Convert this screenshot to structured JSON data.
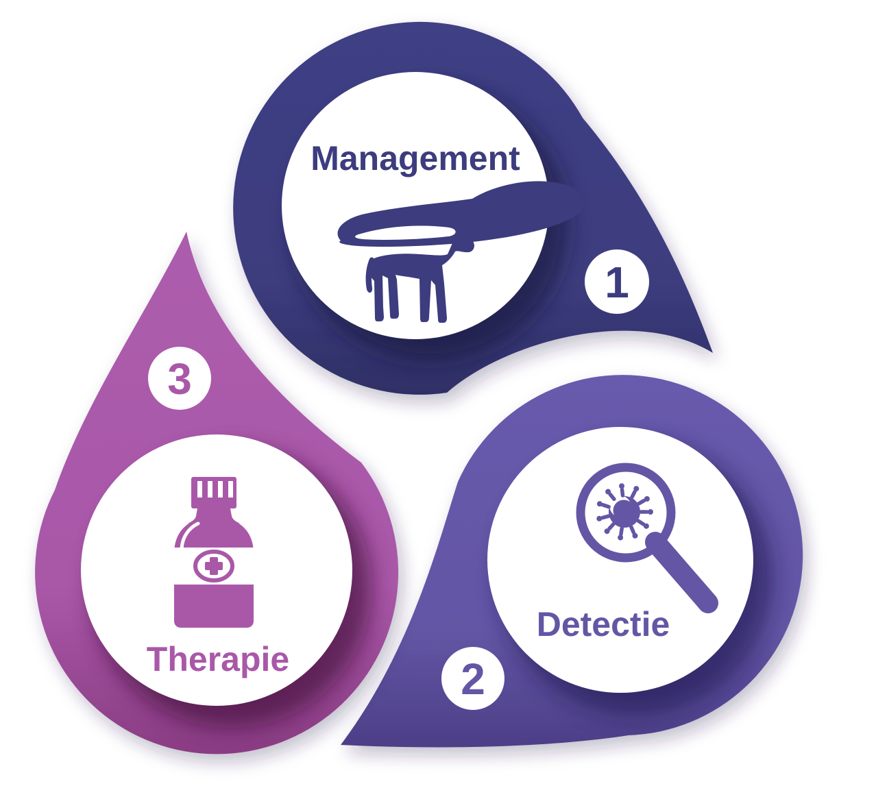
{
  "diagram": {
    "type": "cycle-infographic",
    "background_color": "#ffffff",
    "sections": [
      {
        "label": "Management",
        "number": "1",
        "color": "#3C3C7E",
        "ring_color_top": "#3F3F85",
        "ring_color_bottom": "#2F2F66",
        "icon": "hand-sheltering-cow-icon",
        "position": "top"
      },
      {
        "label": "Detectie",
        "number": "2",
        "color": "#6456A5",
        "ring_color_top": "#675AAC",
        "ring_color_bottom": "#4C3F87",
        "icon": "magnifier-virus-icon",
        "position": "bottom-right"
      },
      {
        "label": "Therapie",
        "number": "3",
        "color": "#A958A8",
        "ring_color_top": "#AC5CAC",
        "ring_color_bottom": "#8A3C83",
        "icon": "medicine-bottle-icon",
        "position": "left"
      }
    ]
  }
}
